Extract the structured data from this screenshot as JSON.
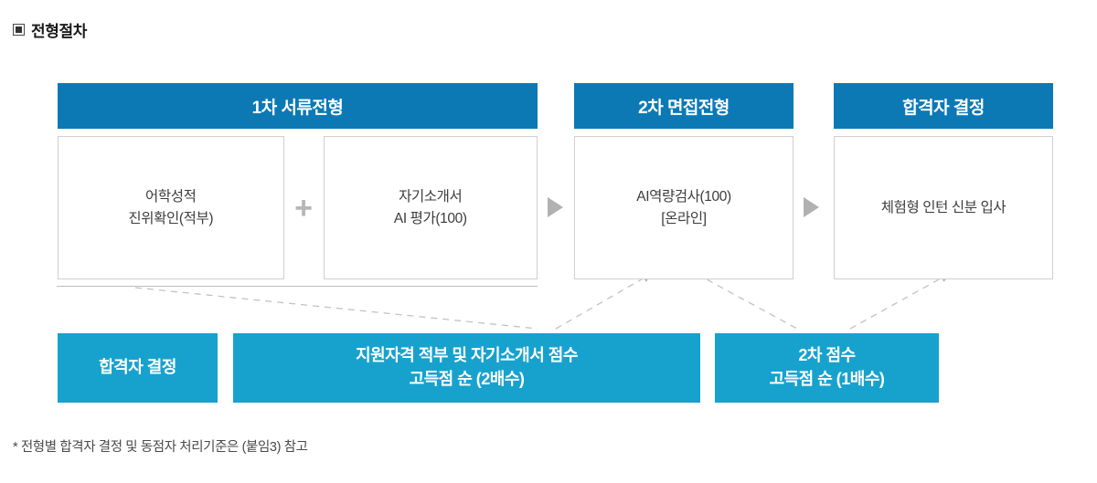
{
  "page": {
    "title": "전형절차",
    "bullet_icon": "filled-square-bullet-icon"
  },
  "stages": [
    {
      "id": "stage-1",
      "header": "1차 서류전형",
      "boxes": [
        {
          "line1": "어학성적",
          "line2": "진위확인(적부)"
        },
        {
          "line1": "자기소개서",
          "line2": "AI 평가(100)"
        }
      ],
      "separator": "+"
    },
    {
      "id": "stage-2",
      "header": "2차 면접전형",
      "boxes": [
        {
          "line1": "AI역량검사(100)",
          "line2": "[온라인]"
        }
      ]
    },
    {
      "id": "stage-3",
      "header": "합격자 결정",
      "boxes": [
        {
          "line1": "체험형 인턴 신분 입사",
          "line2": ""
        }
      ]
    }
  ],
  "criteria": [
    {
      "id": "criteria-pass-decision",
      "line1": "합격자 결정",
      "line2": ""
    },
    {
      "id": "criteria-first-stage",
      "line1": "지원자격 적부 및 자기소개서 점수",
      "line2": "고득점 순 (2배수)"
    },
    {
      "id": "criteria-second-stage",
      "line1": "2차 점수",
      "line2": "고득점 순 (1배수)"
    }
  ],
  "footnote": "* 전형별 합격자 결정 및 동점자 처리기준은 (붙임3) 참고",
  "colors": {
    "header_blue": "#0c79b5",
    "criteria_cyan": "#17a2ce",
    "box_border": "#cfcfcf",
    "arrow_gray": "#b1b1b1",
    "connector_gray": "#bdbdbd",
    "text_dark": "#333333"
  }
}
